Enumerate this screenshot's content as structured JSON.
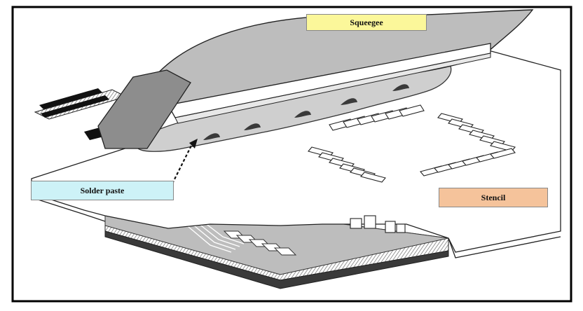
{
  "labels": {
    "squeegee": "Squeegee",
    "solder_paste": "Solder paste",
    "stencil": "Stencil"
  },
  "colors": {
    "squeegee_box": "#fbf79a",
    "solder_paste_box": "#cdf2f7",
    "stencil_box": "#f5c39b",
    "board_edge": "#3a3a3a",
    "paste_fill": "#cfcfcf",
    "blade_fill": "#9e9e9e"
  }
}
